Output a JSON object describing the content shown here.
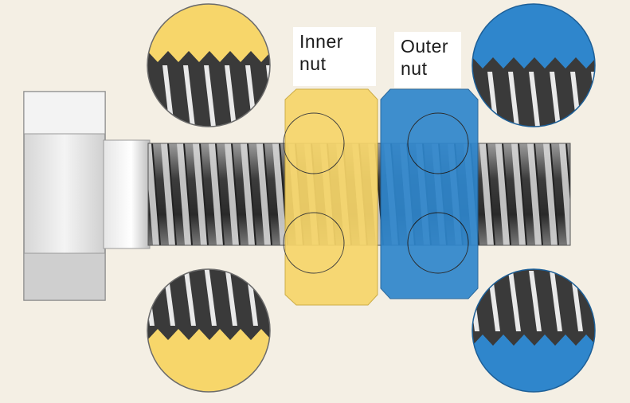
{
  "labels": {
    "inner": [
      "Inner",
      "nut"
    ],
    "outer": [
      "Outer",
      "nut"
    ]
  },
  "colors": {
    "background": "#f4efe4",
    "inner_nut": "#f7d66a",
    "outer_nut": "#2f86cc",
    "bolt_head": "#e2e2e2",
    "thread_dark": "#3a3a3a"
  },
  "parts": [
    "bolt-head",
    "bolt-shank",
    "threaded-rod",
    "inner-nut",
    "outer-nut"
  ],
  "magnifiers": [
    "inner-nut-top",
    "inner-nut-bottom",
    "outer-nut-top",
    "outer-nut-bottom"
  ]
}
